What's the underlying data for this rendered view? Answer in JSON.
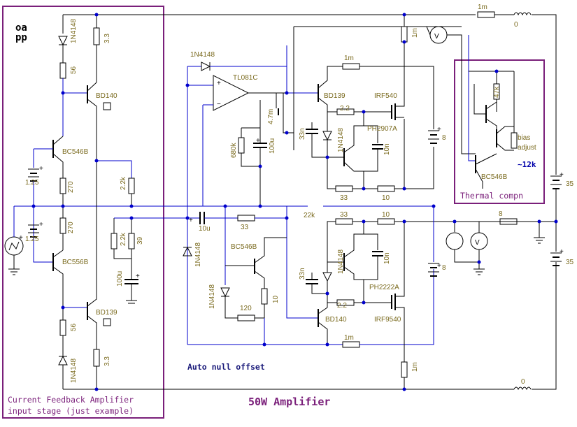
{
  "title": "50W Amplifier",
  "corner_label": [
    "oa",
    "pp"
  ],
  "boxes": {
    "left_caption_1": "Current Feedback Amplifier",
    "left_caption_2": "input stage (just example)",
    "thermal_caption": "Thermal compn"
  },
  "notes": {
    "auto_null": "Auto null offset",
    "bias_value": "~12k"
  },
  "components": {
    "d_top_left": "1N4148",
    "r_33_top": "3.3",
    "r_56_top": "56",
    "q_bd140_top": "BD140",
    "q_bc546b_left": "BC546B",
    "bat_125_top": "1.25",
    "r_270_top": "270",
    "r_270_bot": "270",
    "bat_125_bot": "1.25",
    "q_bc556b": "BC556B",
    "r_22k_a": "2.2k",
    "r_22k_b": "2.2k",
    "r_39": "39",
    "c_100u_left": "100u",
    "q_bd139_left": "BD139",
    "r_56_bot": "56",
    "d_bot_left": "1N4148",
    "r_33_bot": "3.3",
    "d_opamp": "1N4148",
    "opamp": "TL081C",
    "c_47m": "4.7m",
    "r_680k": "680k",
    "c_100u_mid": "100u",
    "c_10u": "10u",
    "r_33_in": "33",
    "r_22k_fb": "22k",
    "d_mid_left": "1N4148",
    "q_bc546b_mid": "BC546B",
    "d_mid2": "1N4148",
    "r_120": "120",
    "r_10_mid": "10",
    "r_1m_top": "1m",
    "q_bd139_out": "BD139",
    "q_irf540": "IRF540",
    "r_22_top": "2.2",
    "c_33n_top": "33n",
    "d_top_out": "1N4148",
    "q_ph2907a": "PH2907A",
    "c_10n_top": "10n",
    "r_33_top_out": "33",
    "r_10_top_out": "10",
    "r_33_bot_out": "33",
    "r_10_bot_out": "10",
    "c_33n_bot": "33n",
    "d_bot_out": "1N4148",
    "q_ph2222a": "PH2222A",
    "c_10n_bot": "10n",
    "r_22_bot": "2.2",
    "q_irf9540": "IRF9540",
    "q_bd140_out": "BD140",
    "r_1m_bot": "1m",
    "r_1m_src_top": "1m",
    "r_1m_src_bot": "1m",
    "r_1m_supply": "1m",
    "l_top": "0",
    "l_bot": "0",
    "bat_8_top": "8",
    "bat_8_bot": "8",
    "r_load": "8",
    "bat_35_top": "35",
    "bat_35_bot": "35",
    "r_47k": "47k",
    "bias_adjust_1": "bias",
    "bias_adjust_2": "adjust",
    "q_bc546b_thermal": "BC546B"
  }
}
